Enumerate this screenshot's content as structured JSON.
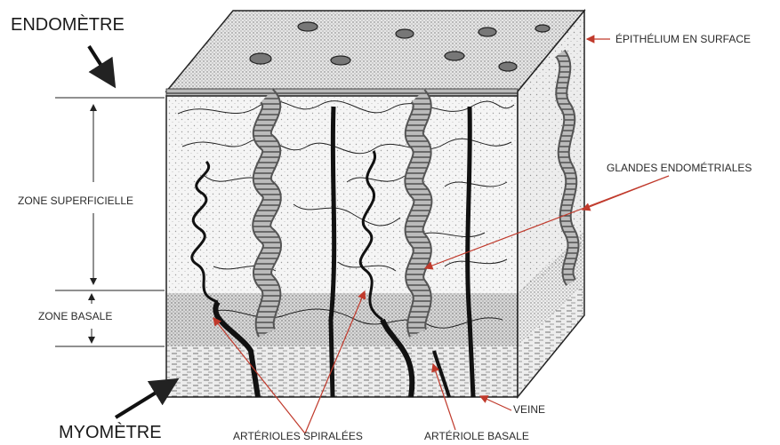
{
  "labels": {
    "endometre": "ENDOMÈTRE",
    "myometre": "MYOMÈTRE",
    "zone_superficielle": "ZONE SUPERFICIELLE",
    "zone_basale": "ZONE BASALE",
    "epithelium": "ÉPITHÉLIUM EN SURFACE",
    "glandes": "GLANDES ENDOMÉTRIALES",
    "veine": "VEINE",
    "arterioles_spiralees": "ARTÉRIOLES SPIRALÉES",
    "arteriole_basale": "ARTÉRIOLE BASALE"
  },
  "colors": {
    "annotation_red": "#c0392b",
    "ink": "#1a1a1a",
    "tissue_light": "#f4f4f4",
    "basal_band": "#d6d6d6",
    "myometrium": "#e8e8e8"
  }
}
